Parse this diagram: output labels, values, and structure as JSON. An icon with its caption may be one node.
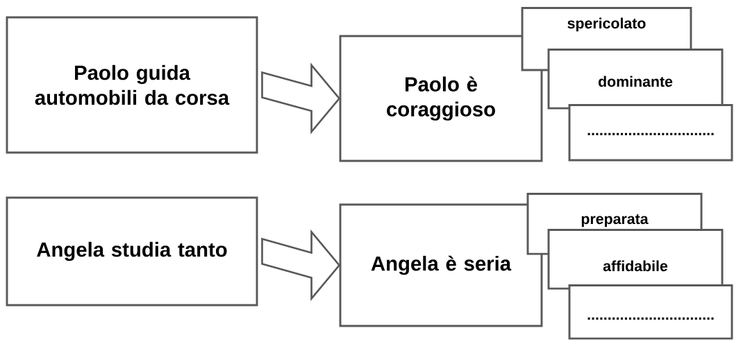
{
  "diagram": {
    "nodes": [
      {
        "text": [
          "Paolo guida automobili da corsa"
        ]
      },
      {
        "text": [
          "Paolo è coraggioso"
        ]
      },
      {
        "text": [
          "spericolato"
        ]
      },
      {
        "text": [
          "dominante"
        ]
      },
      {
        "text": [
          "..............................."
        ]
      },
      {
        "text": [
          "Angela studia tanto"
        ]
      },
      {
        "text": [
          "Angela è seria"
        ]
      },
      {
        "text": [
          "preparata"
        ]
      },
      {
        "text": [
          "affidabile"
        ]
      },
      {
        "text": [
          "..............................."
        ]
      }
    ],
    "edges": [
      {
        "from": 0,
        "to": 1,
        "arrow": "to"
      },
      {
        "from": 5,
        "to": 6,
        "arrow": "to"
      }
    ]
  }
}
